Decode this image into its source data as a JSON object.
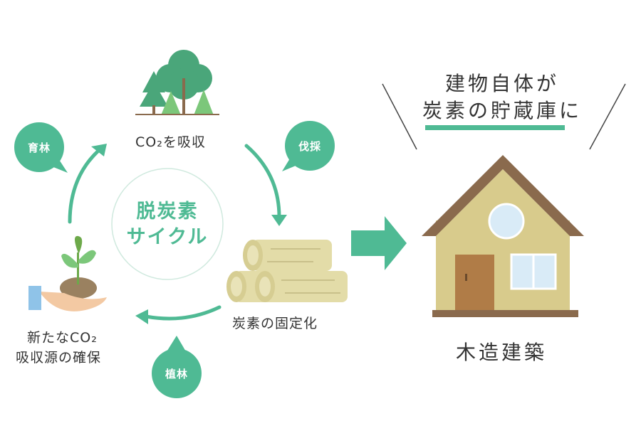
{
  "cycle": {
    "center_title_line1": "脱炭素",
    "center_title_line2": "サイクル",
    "steps": {
      "absorb": "CO₂を吸収",
      "fix_line": "炭素の固定化",
      "secure_line1": "新たなCO₂",
      "secure_line2": "吸収源の確保"
    },
    "bubbles": {
      "harvest": "伐採",
      "nurture": "育林",
      "planting": "植林"
    }
  },
  "result": {
    "headline_line1": "建物自体が",
    "headline_line2": "炭素の貯蔵庫に",
    "house_label": "木造建築"
  },
  "colors": {
    "accent": "#4fba94",
    "tree_dark": "#4aa67a",
    "tree_light": "#7cc77a",
    "wood": "#e3dca8",
    "roof": "#8a6a4d",
    "wall": "#d8cb8c",
    "door": "#b07c47",
    "window": "#d9ebf7"
  }
}
